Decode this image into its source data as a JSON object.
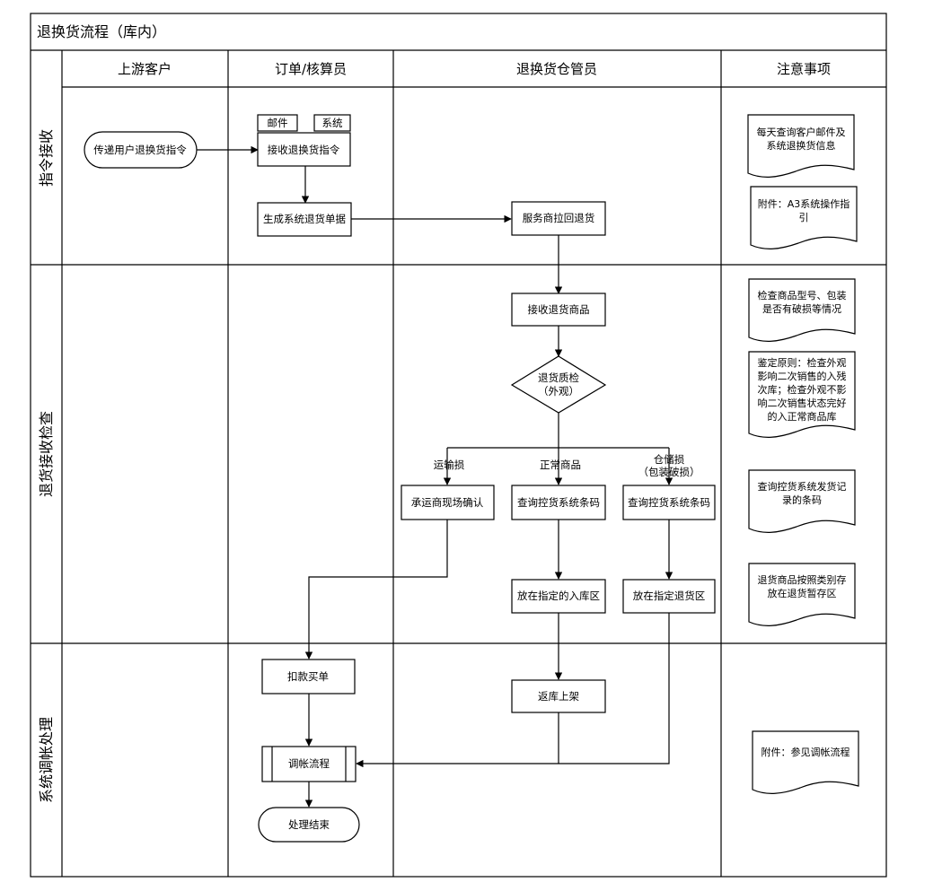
{
  "title": "退换货流程（库内）",
  "columns": [
    "上游客户",
    "订单/核算员",
    "退换货仓管员",
    "注意事项"
  ],
  "rows": [
    "指令接收",
    "退货接收检查",
    "系统调帐处理"
  ],
  "nodes": {
    "start": "传递用户退换货指令",
    "tag_mail": "邮件",
    "tag_system": "系统",
    "receive_cmd": "接收退换货指令",
    "gen_doc": "生成系统退货单据",
    "pickup": "服务商拉回退货",
    "receive_goods": "接收退货商品",
    "qc": [
      "退货质检",
      "（外观）"
    ],
    "carrier_confirm": "承运商现场确认",
    "query_barcode_1": "查询控货系统条码",
    "query_barcode_2": "查询控货系统条码",
    "put_inbound": "放在指定的入库区",
    "put_return": "放在指定退货区",
    "deduct": "扣款买单",
    "restock": "返库上架",
    "reconcile": "调帐流程",
    "end": "处理结束"
  },
  "branches": {
    "transport_damage": "运输损",
    "normal": "正常商品",
    "warehouse_damage": [
      "仓储损",
      "（包装破损）"
    ]
  },
  "notes": [
    [
      "每天查询客户邮件及",
      "系统退换货信息"
    ],
    [
      "附件：A3系统操作指",
      "引"
    ],
    [
      "检查商品型号、包装",
      "是否有破损等情况"
    ],
    [
      "鉴定原则：检查外观",
      "影响二次销售的入残",
      "次库；检查外观不影",
      "响二次销售状态完好",
      "的入正常商品库"
    ],
    [
      "查询控货系统发货记",
      "录的条码"
    ],
    [
      "退货商品按照类别存",
      "放在退货暂存区"
    ],
    [
      "附件：参见调帐流程"
    ]
  ]
}
